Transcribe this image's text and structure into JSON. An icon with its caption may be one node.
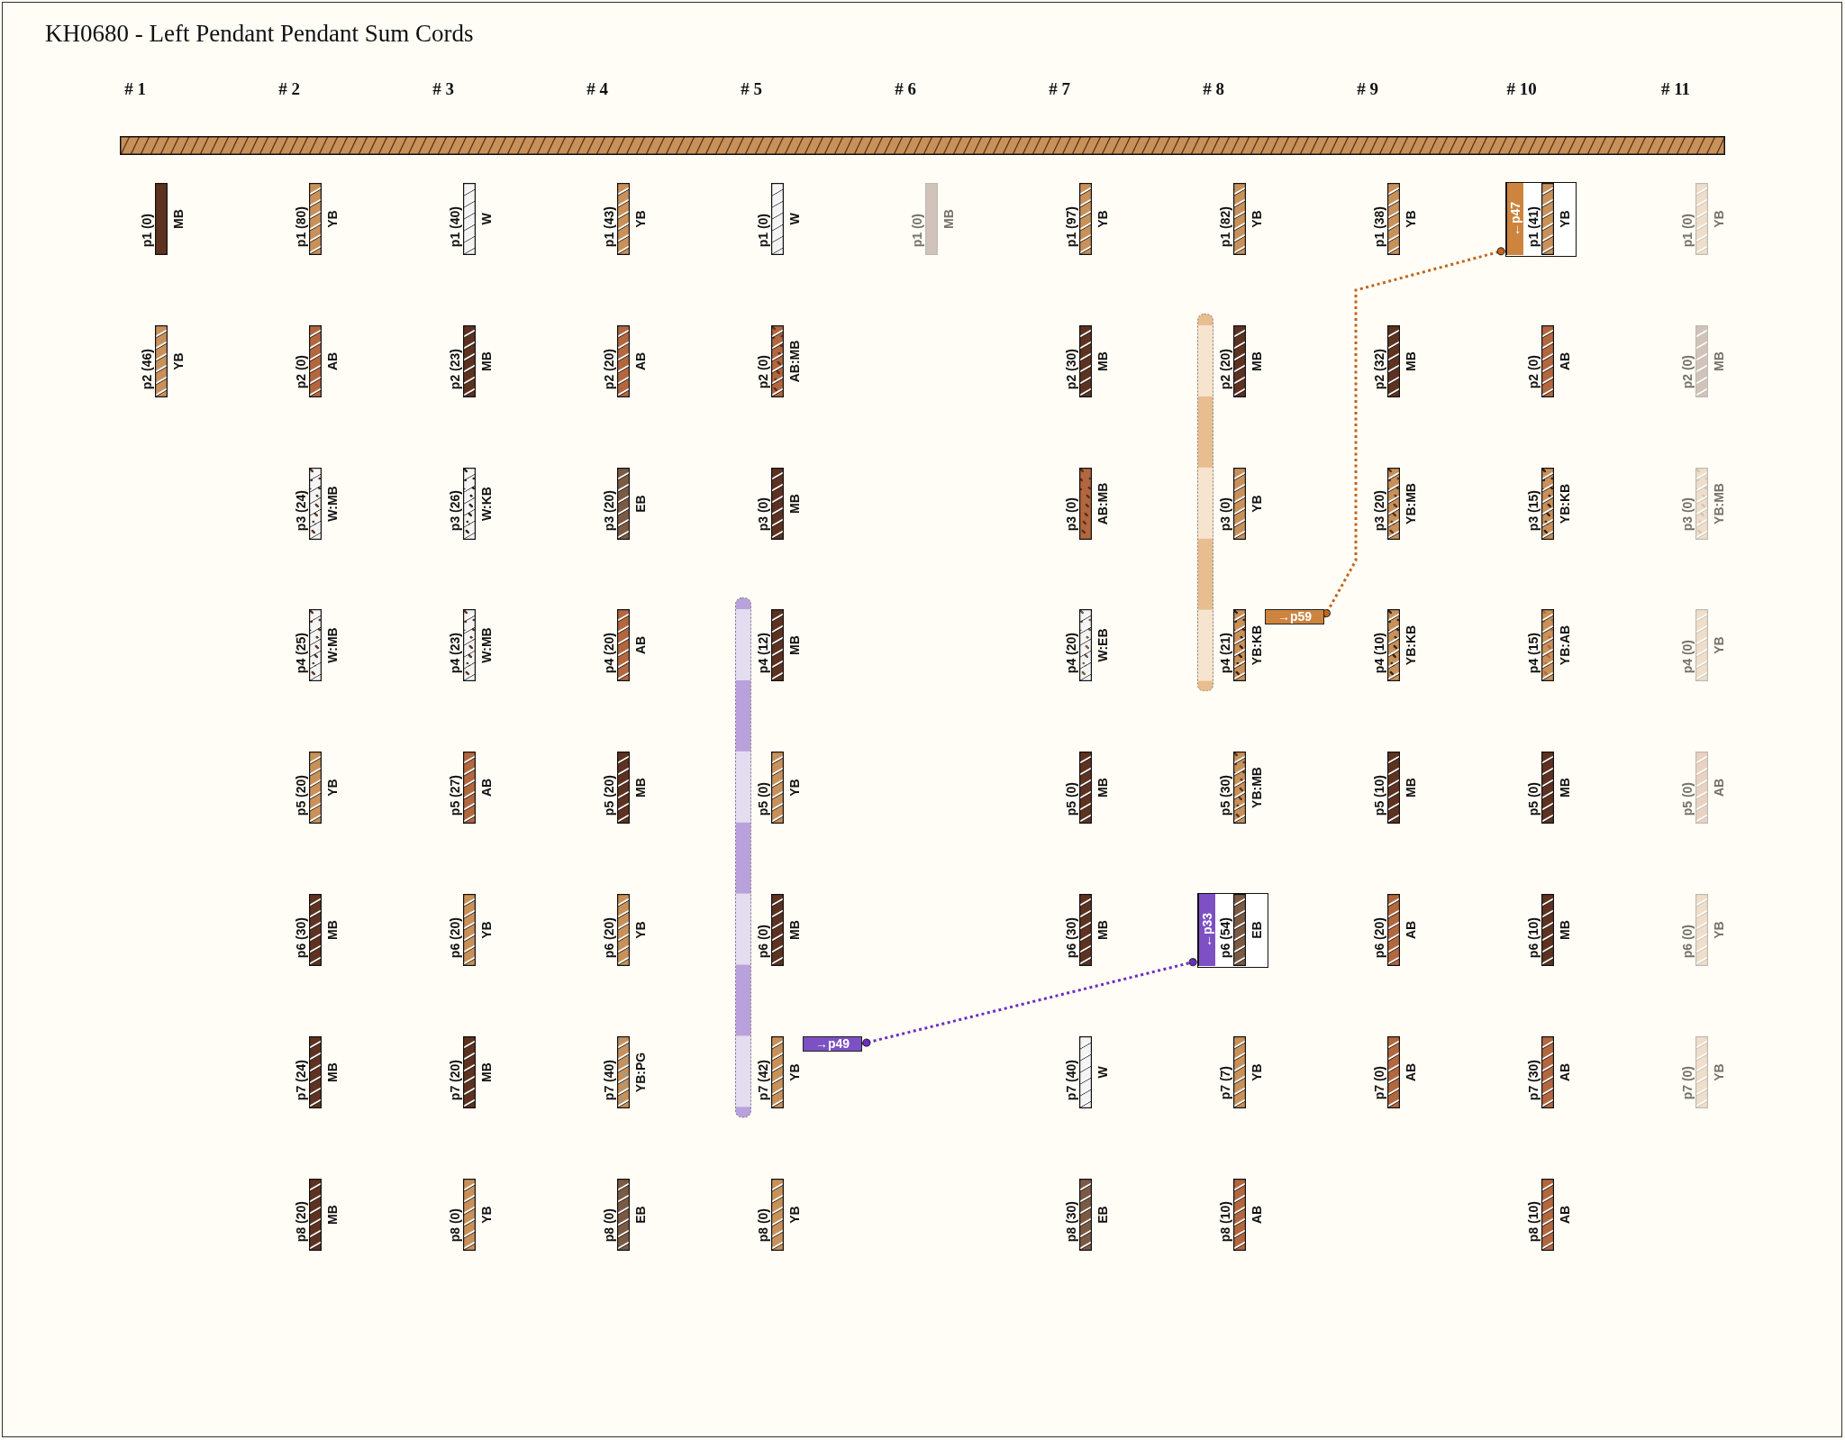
{
  "diagram": {
    "title": "KH0680 - Left Pendant Pendant Sum Cords",
    "nodes": [
      {
        "text": [
          "p1 (0)",
          "MB"
        ]
      },
      {
        "text": [
          "p2 (46)",
          "YB"
        ]
      },
      {
        "text": [
          "p1 (80)",
          "YB"
        ]
      },
      {
        "text": [
          "p2 (0)",
          "AB"
        ]
      },
      {
        "text": [
          "p3 (24)",
          "W:MB"
        ]
      },
      {
        "text": [
          "p4 (25)",
          "W:MB"
        ]
      },
      {
        "text": [
          "p5 (20)",
          "YB"
        ]
      },
      {
        "text": [
          "p6 (30)",
          "MB"
        ]
      },
      {
        "text": [
          "p7 (24)",
          "MB"
        ]
      },
      {
        "text": [
          "p8 (20)",
          "MB"
        ]
      },
      {
        "text": [
          "p1 (40)",
          "W"
        ]
      },
      {
        "text": [
          "p2 (23)",
          "MB"
        ]
      },
      {
        "text": [
          "p3 (26)",
          "W:KB"
        ]
      },
      {
        "text": [
          "p4 (23)",
          "W:MB"
        ]
      },
      {
        "text": [
          "p5 (27)",
          "AB"
        ]
      },
      {
        "text": [
          "p6 (20)",
          "YB"
        ]
      },
      {
        "text": [
          "p7 (20)",
          "MB"
        ]
      },
      {
        "text": [
          "p8 (0)",
          "YB"
        ]
      },
      {
        "text": [
          "p1 (43)",
          "YB"
        ]
      },
      {
        "text": [
          "p2 (20)",
          "AB"
        ]
      },
      {
        "text": [
          "p3 (20)",
          "EB"
        ]
      },
      {
        "text": [
          "p4 (20)",
          "AB"
        ]
      },
      {
        "text": [
          "p5 (20)",
          "MB"
        ]
      },
      {
        "text": [
          "p6 (20)",
          "YB"
        ]
      },
      {
        "text": [
          "p7 (40)",
          "YB:PG"
        ]
      },
      {
        "text": [
          "p8 (0)",
          "EB"
        ]
      },
      {
        "text": [
          "p1 (0)",
          "W"
        ]
      },
      {
        "text": [
          "p2 (0)",
          "AB:MB"
        ]
      },
      {
        "text": [
          "p3 (0)",
          "MB"
        ]
      },
      {
        "text": [
          "p4 (12)",
          "MB"
        ]
      },
      {
        "text": [
          "p5 (0)",
          "YB"
        ]
      },
      {
        "text": [
          "p6 (0)",
          "MB"
        ]
      },
      {
        "text": [
          "p7 (42)",
          "YB"
        ]
      },
      {
        "text": [
          "→p49"
        ]
      },
      {
        "text": [
          "p8 (0)",
          "YB"
        ]
      },
      {
        "text": [
          "p1 (0)",
          "MB"
        ]
      },
      {
        "text": [
          "p1 (97)",
          "YB"
        ]
      },
      {
        "text": [
          "p2 (30)",
          "MB"
        ]
      },
      {
        "text": [
          "p3 (0)",
          "AB:MB"
        ]
      },
      {
        "text": [
          "p4 (20)",
          "W:EB"
        ]
      },
      {
        "text": [
          "p5 (0)",
          "MB"
        ]
      },
      {
        "text": [
          "p6 (30)",
          "MB"
        ]
      },
      {
        "text": [
          "p7 (40)",
          "W"
        ]
      },
      {
        "text": [
          "p8 (30)",
          "EB"
        ]
      },
      {
        "text": [
          "p1 (82)",
          "YB"
        ]
      },
      {
        "text": [
          "p2 (20)",
          "MB"
        ]
      },
      {
        "text": [
          "p3 (0)",
          "YB"
        ]
      },
      {
        "text": [
          "p4 (21)",
          "YB:KB"
        ]
      },
      {
        "text": [
          "→p59"
        ]
      },
      {
        "text": [
          "p5 (30)",
          "YB:MB"
        ]
      },
      {
        "text": [
          "←p33",
          "p6 (54)",
          "EB"
        ]
      },
      {
        "text": [
          "p7 (7)",
          "YB"
        ]
      },
      {
        "text": [
          "p8 (10)",
          "AB"
        ]
      },
      {
        "text": [
          "p1 (38)",
          "YB"
        ]
      },
      {
        "text": [
          "p2 (32)",
          "MB"
        ]
      },
      {
        "text": [
          "p3 (20)",
          "YB:MB"
        ]
      },
      {
        "text": [
          "p4 (10)",
          "YB:KB"
        ]
      },
      {
        "text": [
          "p5 (10)",
          "MB"
        ]
      },
      {
        "text": [
          "p6 (20)",
          "AB"
        ]
      },
      {
        "text": [
          "p7 (0)",
          "AB"
        ]
      },
      {
        "text": [
          "←p47",
          "p1 (41)",
          "YB"
        ]
      },
      {
        "text": [
          "p2 (0)",
          "AB"
        ]
      },
      {
        "text": [
          "p3 (15)",
          "YB:KB"
        ]
      },
      {
        "text": [
          "p4 (15)",
          "YB:AB"
        ]
      },
      {
        "text": [
          "p5 (0)",
          "MB"
        ]
      },
      {
        "text": [
          "p6 (10)",
          "MB"
        ]
      },
      {
        "text": [
          "p7 (30)",
          "AB"
        ]
      },
      {
        "text": [
          "p8 (10)",
          "AB"
        ]
      },
      {
        "text": [
          "p1 (0)",
          "YB"
        ]
      },
      {
        "text": [
          "p2 (0)",
          "MB"
        ]
      },
      {
        "text": [
          "p3 (0)",
          "YB:MB"
        ]
      },
      {
        "text": [
          "p4 (0)",
          "YB"
        ]
      },
      {
        "text": [
          "p5 (0)",
          "AB"
        ]
      },
      {
        "text": [
          "p6 (0)",
          "YB"
        ]
      },
      {
        "text": [
          "p7 (0)",
          "YB"
        ]
      }
    ],
    "edges": [
      {
        "from": 33,
        "to": 50,
        "arrow": "other",
        "style": "dashed",
        "color": "#6a2fbf"
      },
      {
        "from": 48,
        "to": 60,
        "arrow": "other",
        "style": "dashed",
        "color": "#c2651a"
      }
    ],
    "labels": [
      "# 1",
      "# 2",
      "# 3",
      "# 4",
      "# 5",
      "# 6",
      "# 7",
      "# 8",
      "# 9",
      "# 10",
      "# 11"
    ]
  }
}
